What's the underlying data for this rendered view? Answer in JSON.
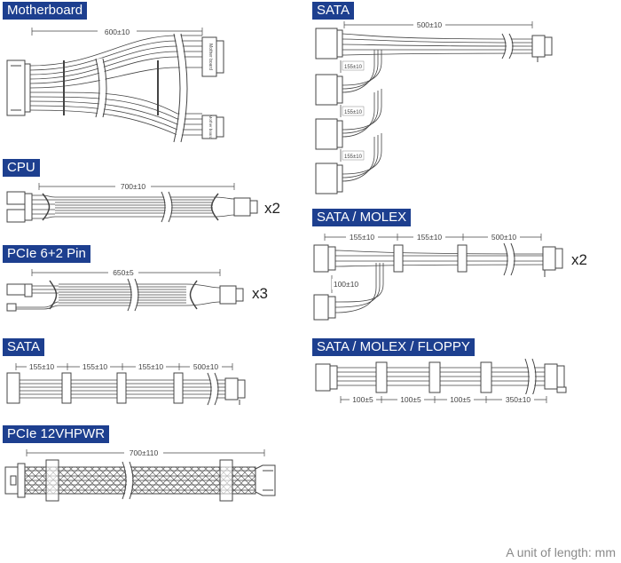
{
  "sections": {
    "motherboard": "Motherboard",
    "cpu": "CPU",
    "pcie_6_2": "PCIe 6+2 Pin",
    "sata_left": "SATA",
    "pcie_12v": "PCIe 12VHPWR",
    "sata_right": "SATA",
    "sata_molex": "SATA / MOLEX",
    "sata_molex_floppy": "SATA / MOLEX / FLOPPY"
  },
  "dimensions": {
    "mb_length": "600±10",
    "mb_conn_a": "Mother board",
    "mb_conn_b": "Mother board",
    "cpu_length": "700±10",
    "pcie_length": "650±5",
    "sata_l_seg1": "155±10",
    "sata_l_seg2": "155±10",
    "sata_l_seg3": "155±10",
    "sata_l_seg4": "500±10",
    "hpwr_length": "700±110",
    "sata_r_main": "500±10",
    "sata_r_b1": "155±10",
    "sata_r_b2": "155±10",
    "sata_r_b3": "155±10",
    "sm_seg1": "155±10",
    "sm_seg2": "155±10",
    "sm_seg3": "500±10",
    "sm_molex": "100±10",
    "smf_seg1": "100±5",
    "smf_seg2": "100±5",
    "smf_seg3": "100±5",
    "smf_seg4": "350±10"
  },
  "multipliers": {
    "cpu": "x2",
    "pcie": "x3",
    "sata_molex": "x2"
  },
  "footer": "A unit of length: mm",
  "colors": {
    "label_bg": "#1d3f8f",
    "line": "#444444"
  }
}
